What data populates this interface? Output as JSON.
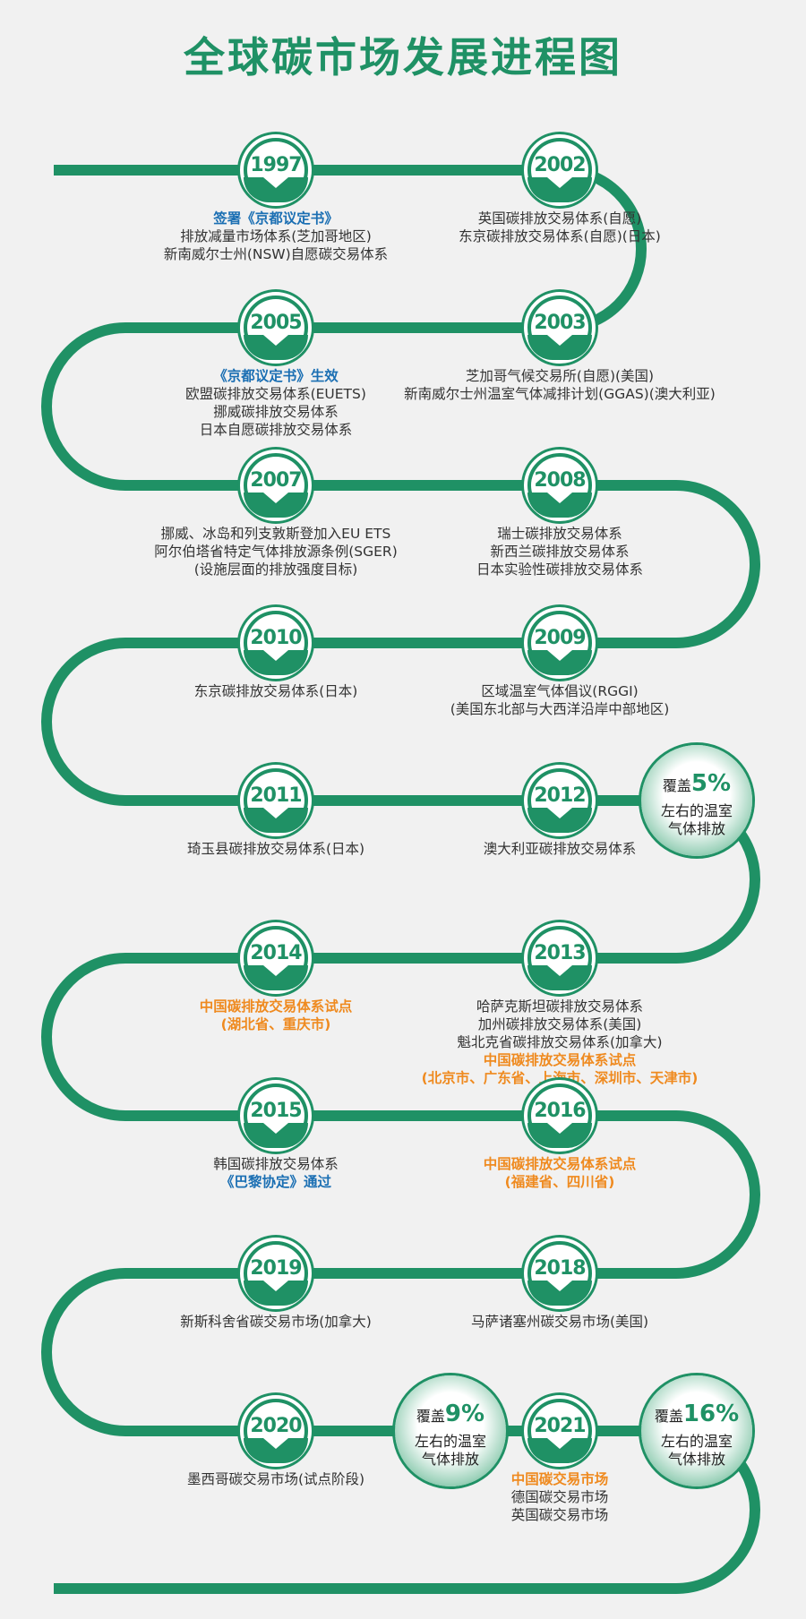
{
  "title": "全球碳市场发展进程图",
  "colors": {
    "green": "#1f9165",
    "blue": "#1b6fb3",
    "orange": "#ef8a1f",
    "background": "#f1f1f1"
  },
  "milestones": [
    {
      "year": "1997",
      "lines": [
        {
          "text": "签署《京都议定书》",
          "style": "blue"
        },
        {
          "text": "排放减量市场体系(芝加哥地区)",
          "style": "normal"
        },
        {
          "text": "新南威尔士州(NSW)自愿碳交易体系",
          "style": "normal"
        }
      ]
    },
    {
      "year": "2002",
      "lines": [
        {
          "text": "英国碳排放交易体系(自愿)",
          "style": "normal"
        },
        {
          "text": "东京碳排放交易体系(自愿)(日本)",
          "style": "normal"
        }
      ]
    },
    {
      "year": "2005",
      "lines": [
        {
          "text": "《京都议定书》生效",
          "style": "blue"
        },
        {
          "text": "欧盟碳排放交易体系(EUETS)",
          "style": "normal"
        },
        {
          "text": "挪威碳排放交易体系",
          "style": "normal"
        },
        {
          "text": "日本自愿碳排放交易体系",
          "style": "normal"
        }
      ]
    },
    {
      "year": "2003",
      "lines": [
        {
          "text": "芝加哥气候交易所(自愿)(美国)",
          "style": "normal"
        },
        {
          "text": "新南威尔士州温室气体减排计划(GGAS)(澳大利亚)",
          "style": "normal"
        }
      ]
    },
    {
      "year": "2007",
      "lines": [
        {
          "text": "挪威、冰岛和列支敦斯登加入EU ETS",
          "style": "normal"
        },
        {
          "text": "阿尔伯塔省特定气体排放源条例(SGER)",
          "style": "normal"
        },
        {
          "text": "(设施层面的排放强度目标)",
          "style": "normal"
        }
      ]
    },
    {
      "year": "2008",
      "lines": [
        {
          "text": "瑞士碳排放交易体系",
          "style": "normal"
        },
        {
          "text": "新西兰碳排放交易体系",
          "style": "normal"
        },
        {
          "text": "日本实验性碳排放交易体系",
          "style": "normal"
        }
      ]
    },
    {
      "year": "2010",
      "lines": [
        {
          "text": "东京碳排放交易体系(日本)",
          "style": "normal"
        }
      ]
    },
    {
      "year": "2009",
      "lines": [
        {
          "text": "区域温室气体倡议(RGGI)",
          "style": "normal"
        },
        {
          "text": "(美国东北部与大西洋沿岸中部地区)",
          "style": "normal"
        }
      ]
    },
    {
      "year": "2011",
      "lines": [
        {
          "text": "琦玉县碳排放交易体系(日本)",
          "style": "normal"
        }
      ]
    },
    {
      "year": "2012",
      "lines": [
        {
          "text": "澳大利亚碳排放交易体系",
          "style": "normal"
        }
      ]
    },
    {
      "year": "2014",
      "lines": [
        {
          "text": "中国碳排放交易体系试点",
          "style": "orange"
        },
        {
          "text": "(湖北省、重庆市)",
          "style": "orange"
        }
      ]
    },
    {
      "year": "2013",
      "lines": [
        {
          "text": "哈萨克斯坦碳排放交易体系",
          "style": "normal"
        },
        {
          "text": "加州碳排放交易体系(美国)",
          "style": "normal"
        },
        {
          "text": "魁北克省碳排放交易体系(加拿大)",
          "style": "normal"
        },
        {
          "text": "中国碳排放交易体系试点",
          "style": "orange"
        },
        {
          "text": "(北京市、广东省、上海市、深圳市、天津市)",
          "style": "orange"
        }
      ]
    },
    {
      "year": "2015",
      "lines": [
        {
          "text": "韩国碳排放交易体系",
          "style": "normal"
        },
        {
          "text": "《巴黎协定》通过",
          "style": "blue"
        }
      ]
    },
    {
      "year": "2016",
      "lines": [
        {
          "text": "中国碳排放交易体系试点",
          "style": "orange"
        },
        {
          "text": "(福建省、四川省)",
          "style": "orange"
        }
      ]
    },
    {
      "year": "2019",
      "lines": [
        {
          "text": "新斯科舍省碳交易市场(加拿大)",
          "style": "normal"
        }
      ]
    },
    {
      "year": "2018",
      "lines": [
        {
          "text": "马萨诸塞州碳交易市场(美国)",
          "style": "normal"
        }
      ]
    },
    {
      "year": "2020",
      "lines": [
        {
          "text": "墨西哥碳交易市场(试点阶段)",
          "style": "normal"
        }
      ]
    },
    {
      "year": "2021",
      "lines": [
        {
          "text": "中国碳交易市场",
          "style": "orange"
        },
        {
          "text": "德国碳交易市场",
          "style": "normal"
        },
        {
          "text": "英国碳交易市场",
          "style": "normal"
        }
      ]
    }
  ],
  "coverage": [
    {
      "prefix": "覆盖",
      "percent": "5%",
      "line2": "左右的温室",
      "line3": "气体排放"
    },
    {
      "prefix": "覆盖",
      "percent": "9%",
      "line2": "左右的温室",
      "line3": "气体排放"
    },
    {
      "prefix": "覆盖",
      "percent": "16%",
      "line2": "左右的温室",
      "line3": "气体排放"
    }
  ]
}
